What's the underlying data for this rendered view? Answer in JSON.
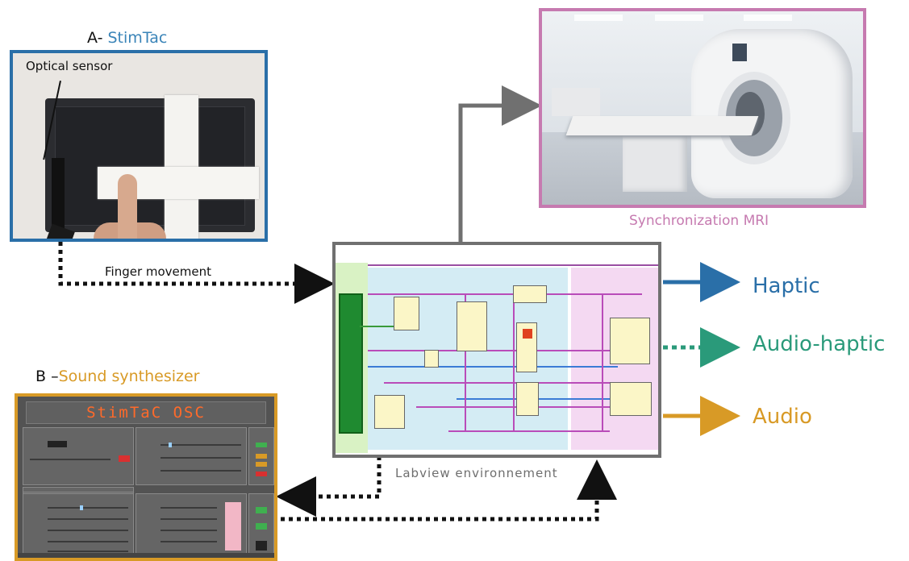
{
  "panel_a": {
    "prefix": "A- ",
    "name": "StimTac",
    "sensor_label": "Optical sensor"
  },
  "panel_b": {
    "prefix": "B –",
    "name": "Sound synthesizer",
    "app_title": "StimTaC OSC"
  },
  "mri": {
    "label": "Synchronization MRI"
  },
  "labview": {
    "label": "Labview environnement"
  },
  "flows": {
    "finger_movement": "Finger movement"
  },
  "outputs": {
    "haptic": "Haptic",
    "audio_haptic": "Audio-haptic",
    "audio": "Audio"
  },
  "colors": {
    "stimtac": "#2a6fa8",
    "mri": "#c67ab0",
    "haptic": "#2a6fa8",
    "audio_haptic": "#2a9a7a",
    "audio": "#d89a26",
    "labview_frame": "#707070"
  }
}
